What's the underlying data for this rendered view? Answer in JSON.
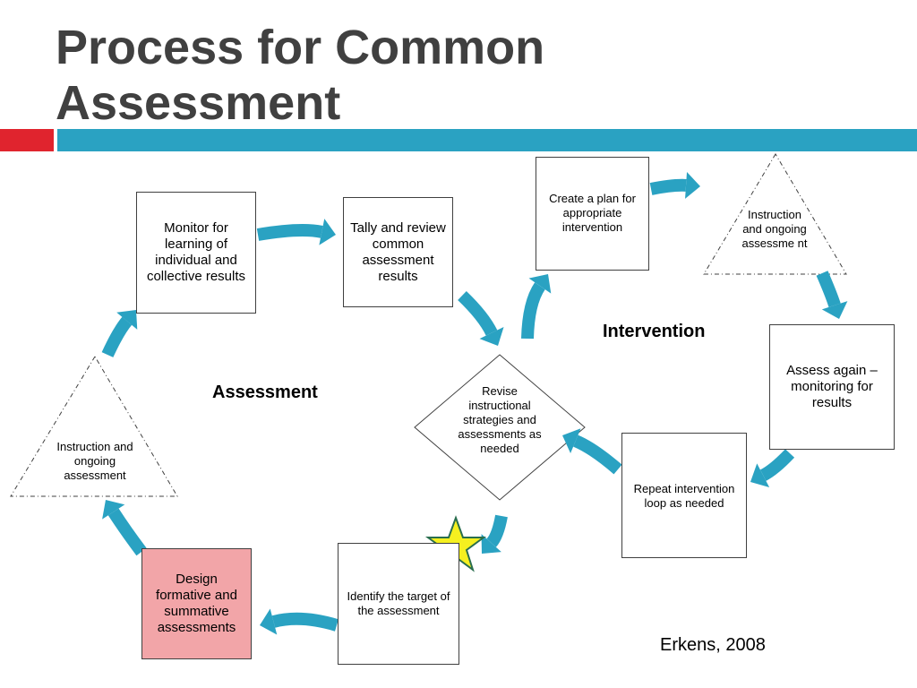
{
  "slide": {
    "title": "Process for Common Assessment",
    "citation": "Erkens, 2008"
  },
  "colors": {
    "title_text": "#404040",
    "accent_red": "#e0242e",
    "accent_blue": "#2aa2c2",
    "arrow": "#2aa2c2",
    "design_box_fill": "#f2a5a8",
    "star_fill": "#f5f020",
    "star_stroke": "#2a6e4e"
  },
  "diagram": {
    "sections": {
      "assessment": "Assessment",
      "intervention": "Intervention"
    },
    "steps": {
      "monitor": "Monitor for learning of individual and collective results",
      "tally": "Tally and review common assessment results",
      "create_plan": "Create a plan for appropriate intervention",
      "instruction_right": "Instruction and ongoing assessme nt",
      "assess_again": "Assess again – monitoring for results",
      "repeat": "Repeat intervention loop as needed",
      "revise": "Revise instructional strategies and assessments as needed",
      "identify": "Identify the target of the assessment",
      "design": "Design formative and summative assessments",
      "instruction_left": "Instruction and ongoing assessment"
    }
  }
}
